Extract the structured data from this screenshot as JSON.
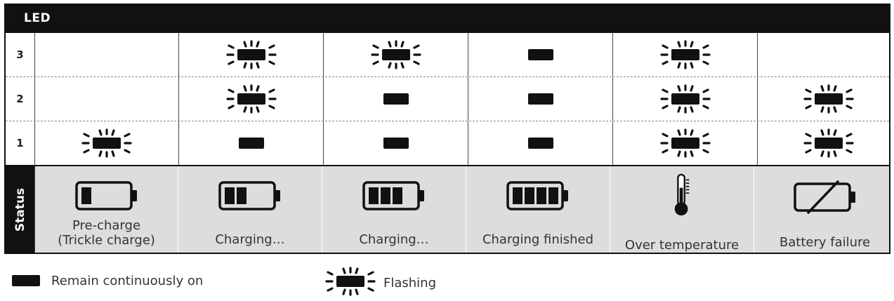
{
  "header": {
    "title": "LED"
  },
  "led_rows": [
    {
      "label": "3",
      "states": [
        "off",
        "flash",
        "flash",
        "on",
        "flash",
        "off"
      ]
    },
    {
      "label": "2",
      "states": [
        "off",
        "flash",
        "on",
        "on",
        "flash",
        "flash"
      ]
    },
    {
      "label": "1",
      "states": [
        "flash",
        "on",
        "on",
        "on",
        "flash",
        "flash"
      ]
    }
  ],
  "status": {
    "label": "Status",
    "columns": [
      {
        "icon": "battery-1-bar-icon",
        "line1": "Pre-charge",
        "line2": "(Trickle charge)"
      },
      {
        "icon": "battery-2-bar-icon",
        "line1": "Charging…",
        "line2": ""
      },
      {
        "icon": "battery-3-bar-icon",
        "line1": "Charging…",
        "line2": ""
      },
      {
        "icon": "battery-4-bar-icon",
        "line1": "Charging finished",
        "line2": ""
      },
      {
        "icon": "thermometer-icon",
        "line1": "Over temperature",
        "line2": ""
      },
      {
        "icon": "battery-failure-icon",
        "line1": "Battery failure",
        "line2": ""
      }
    ]
  },
  "legend": {
    "on_label": "Remain continuously on",
    "flash_label": "Flashing"
  },
  "colors": {
    "ink": "#111111",
    "status_bg": "#dddddd"
  }
}
